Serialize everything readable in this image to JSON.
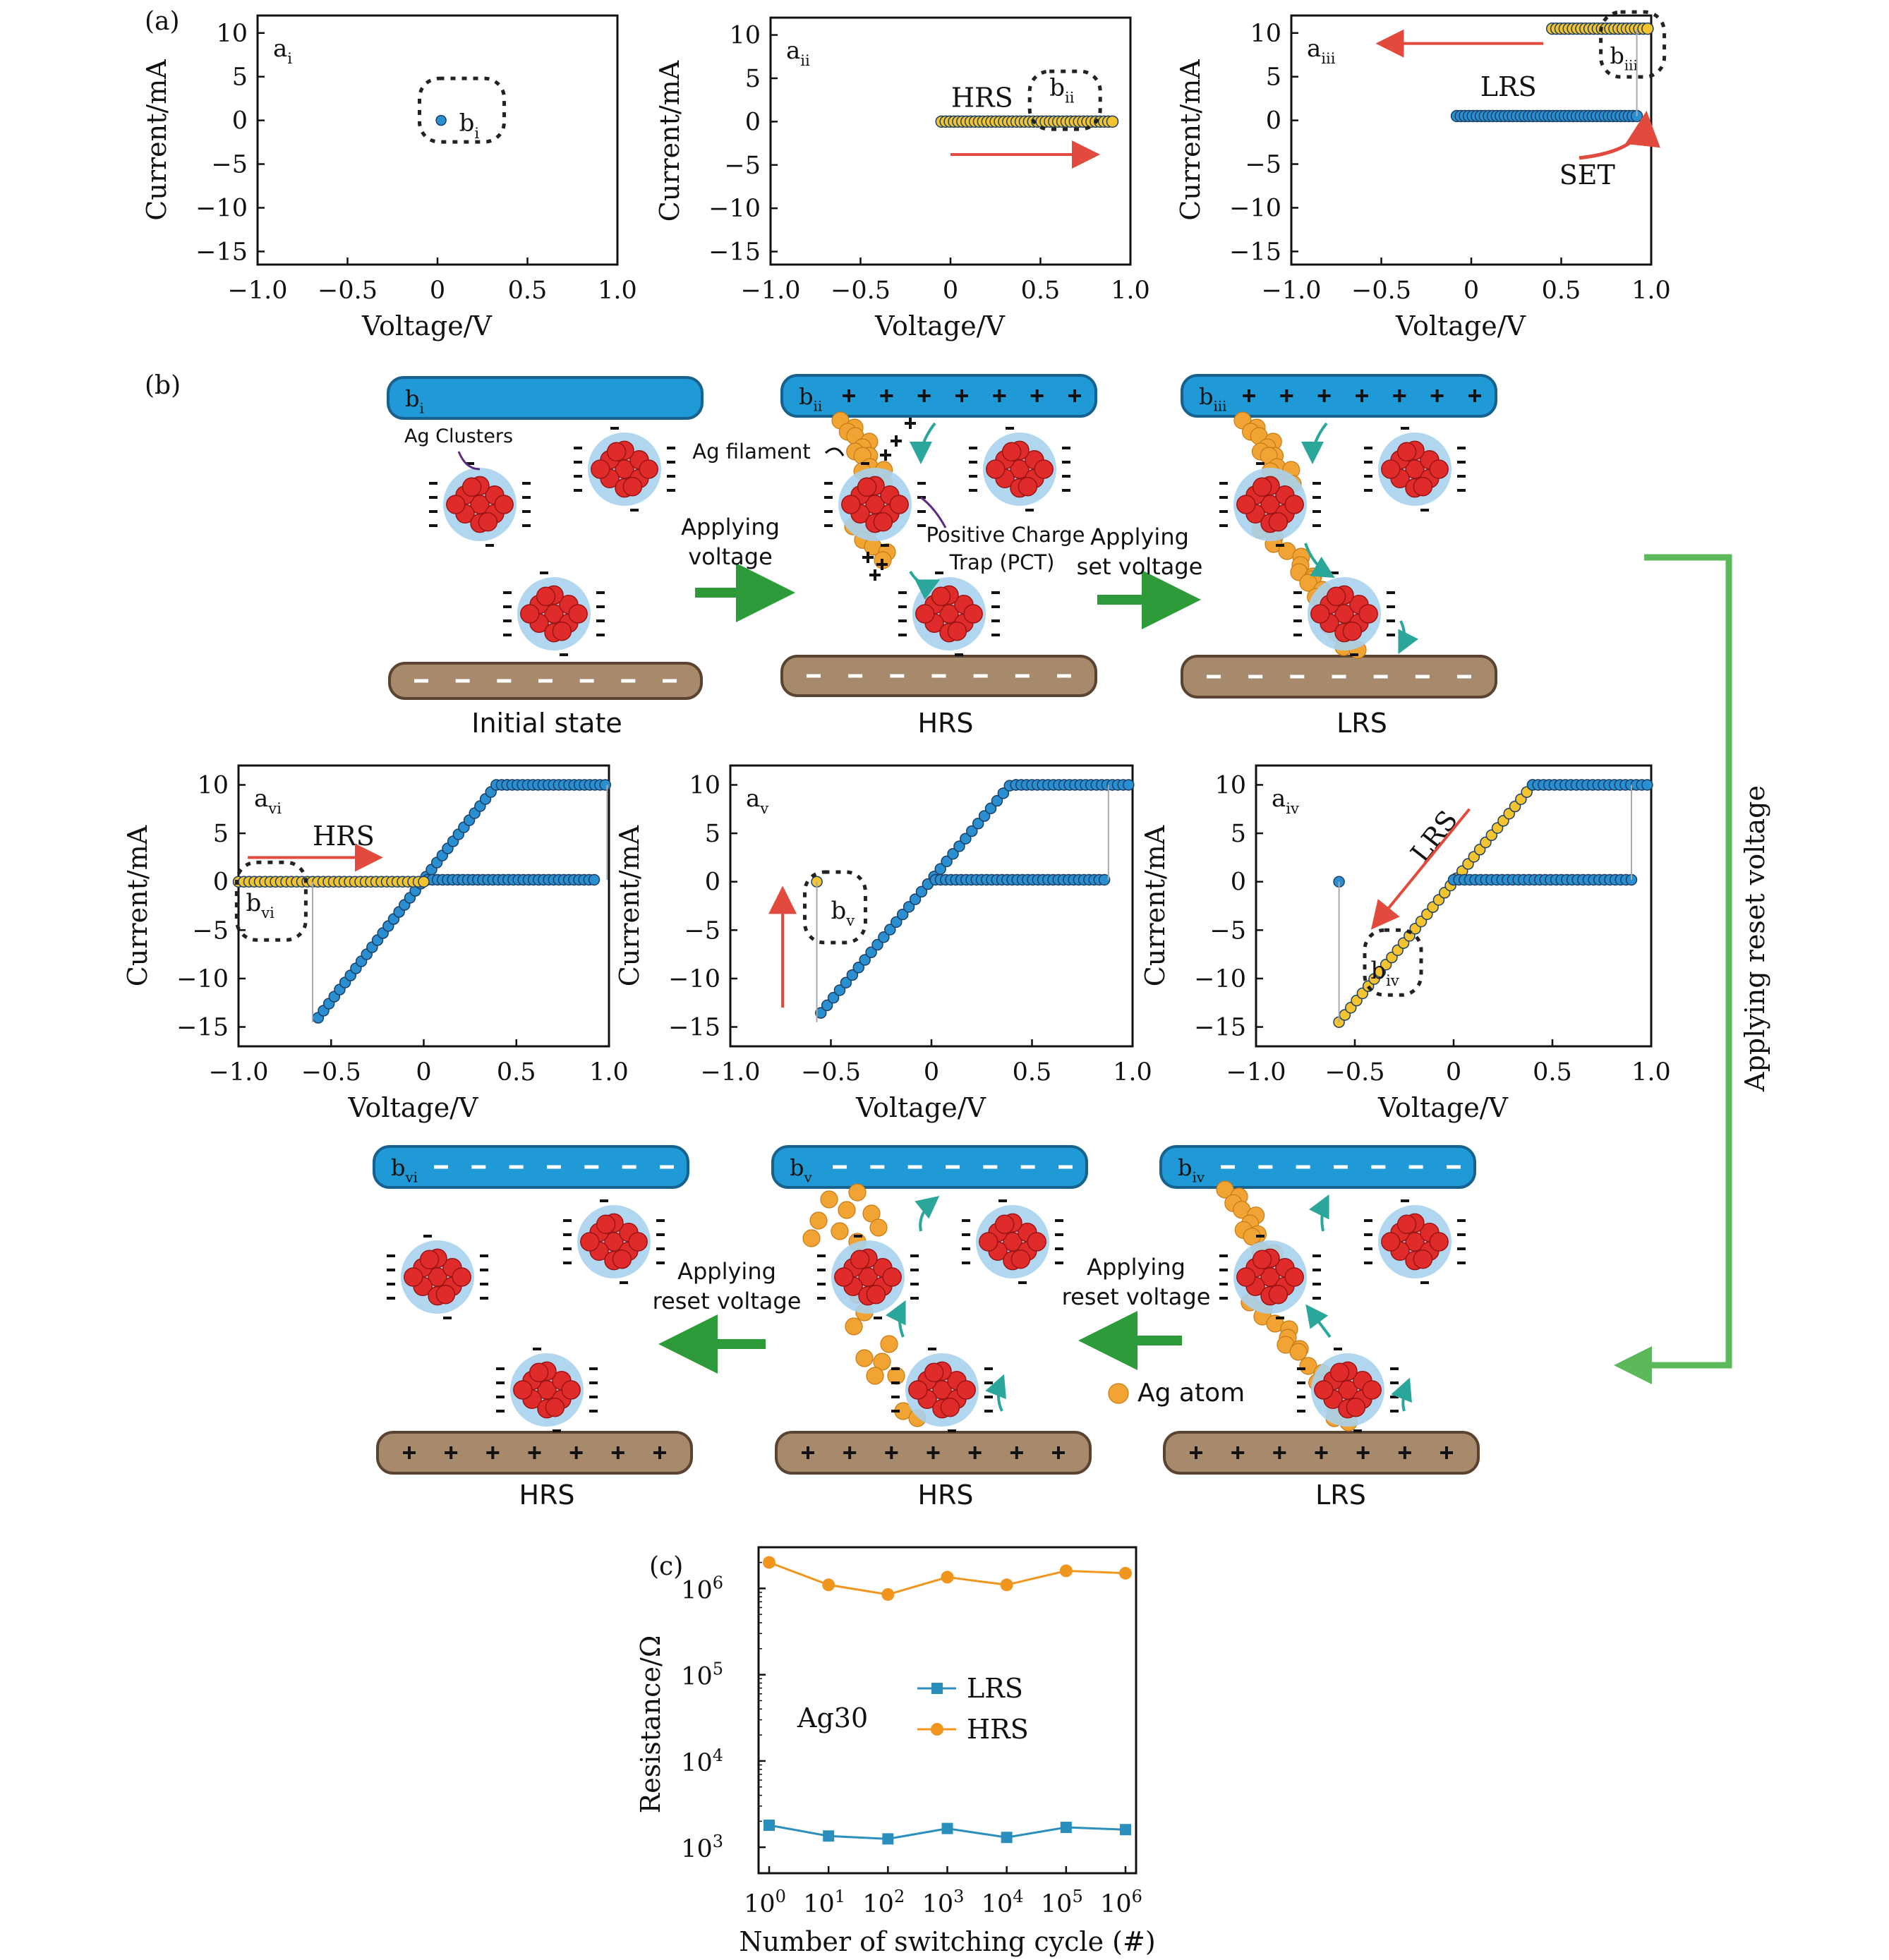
{
  "panel_letters": {
    "a": "(a)",
    "b": "(b)",
    "c": "(c)"
  },
  "iv_axes": {
    "xlabel": "Voltage/V",
    "ylabel": "Current/mA",
    "xticks": [
      "−1.0",
      "−0.5",
      "0",
      "0.5",
      "1.0"
    ],
    "yticks": [
      "10",
      "5",
      "0",
      "−5",
      "−10",
      "−15"
    ]
  },
  "iv_labels": {
    "ai": {
      "sub": "a",
      "subsc": "i",
      "box": "b",
      "boxsc": "i"
    },
    "aii": {
      "sub": "a",
      "subsc": "ii",
      "box": "b",
      "boxsc": "ii",
      "state": "HRS"
    },
    "aiii": {
      "sub": "a",
      "subsc": "iii",
      "box": "b",
      "boxsc": "iii",
      "state": "LRS",
      "event": "SET"
    },
    "aiv": {
      "sub": "a",
      "subsc": "iv",
      "box": "b",
      "boxsc": "iv",
      "state": "LRS"
    },
    "av": {
      "sub": "a",
      "subsc": "v",
      "box": "b",
      "boxsc": "v"
    },
    "avi": {
      "sub": "a",
      "subsc": "vi",
      "box": "b",
      "boxsc": "vi",
      "state": "HRS"
    }
  },
  "schematic": {
    "electrodes": {
      "bi": {
        "label": "b",
        "sc": "i"
      },
      "bii": {
        "label": "b",
        "sc": "ii"
      },
      "biii": {
        "label": "b",
        "sc": "iii"
      },
      "biv": {
        "label": "b",
        "sc": "iv"
      },
      "bv": {
        "label": "b",
        "sc": "v"
      },
      "bvi": {
        "label": "b",
        "sc": "vi"
      }
    },
    "annotations": {
      "ag_clusters": "Ag Clusters",
      "ag_filament": "Ag filament",
      "pct_line1": "Positive Charge",
      "pct_line2": "Trap (PCT)",
      "ag_atom": "Ag atom"
    },
    "arrows": {
      "applying1": "Applying",
      "voltage1": "voltage",
      "applying2": "Applying",
      "set_voltage": "set voltage",
      "applying3": "Applying",
      "reset_voltage3": "reset voltage",
      "applying4": "Applying",
      "reset_voltage4": "reset voltage",
      "side": "Applying reset voltage"
    },
    "state_captions": {
      "top1": "Initial state",
      "top2": "HRS",
      "top3": "LRS",
      "bot1": "HRS",
      "bot2": "HRS",
      "bot3": "LRS"
    }
  },
  "chart_data": {
    "type": "line",
    "panel": "(c)",
    "xlabel": "Number of switching cycle (#)",
    "ylabel": "Resistance/Ω",
    "x_scale": "log",
    "y_scale": "log",
    "x": [
      1,
      10,
      100,
      1000,
      10000,
      100000,
      1000000
    ],
    "xtick_labels": [
      {
        "base": "10",
        "exp": "0"
      },
      {
        "base": "10",
        "exp": "1"
      },
      {
        "base": "10",
        "exp": "2"
      },
      {
        "base": "10",
        "exp": "3"
      },
      {
        "base": "10",
        "exp": "4"
      },
      {
        "base": "10",
        "exp": "5"
      },
      {
        "base": "10",
        "exp": "6"
      }
    ],
    "ytick_labels": [
      {
        "base": "10",
        "exp": "3",
        "value": 1000
      },
      {
        "base": "10",
        "exp": "4",
        "value": 10000
      },
      {
        "base": "10",
        "exp": "5",
        "value": 100000
      },
      {
        "base": "10",
        "exp": "6",
        "value": 1000000
      }
    ],
    "ylim": [
      500,
      3000000
    ],
    "annotation": "Ag30",
    "legend_position": "center",
    "series": [
      {
        "name": "LRS",
        "color": "#2a8fbd",
        "marker": "square",
        "values": [
          1800,
          1350,
          1250,
          1650,
          1300,
          1700,
          1600
        ]
      },
      {
        "name": "HRS",
        "color": "#f0961e",
        "marker": "circle",
        "values": [
          2000000,
          1100000,
          850000,
          1350000,
          1100000,
          1600000,
          1500000
        ]
      }
    ]
  },
  "colors": {
    "electrode_top": "#1f9ad6",
    "electrode_bottom": "#a78a6c",
    "cluster": "#e02b2b",
    "halo": "#a9d2ee",
    "ag_atom": "#f1a334",
    "arrow_green": "#2e9b3a",
    "arrow_red": "#e14a3c",
    "side_bracket": "#5bb85b",
    "iv_blue": "#2a8fd0",
    "iv_yellow": "#f3c430"
  }
}
